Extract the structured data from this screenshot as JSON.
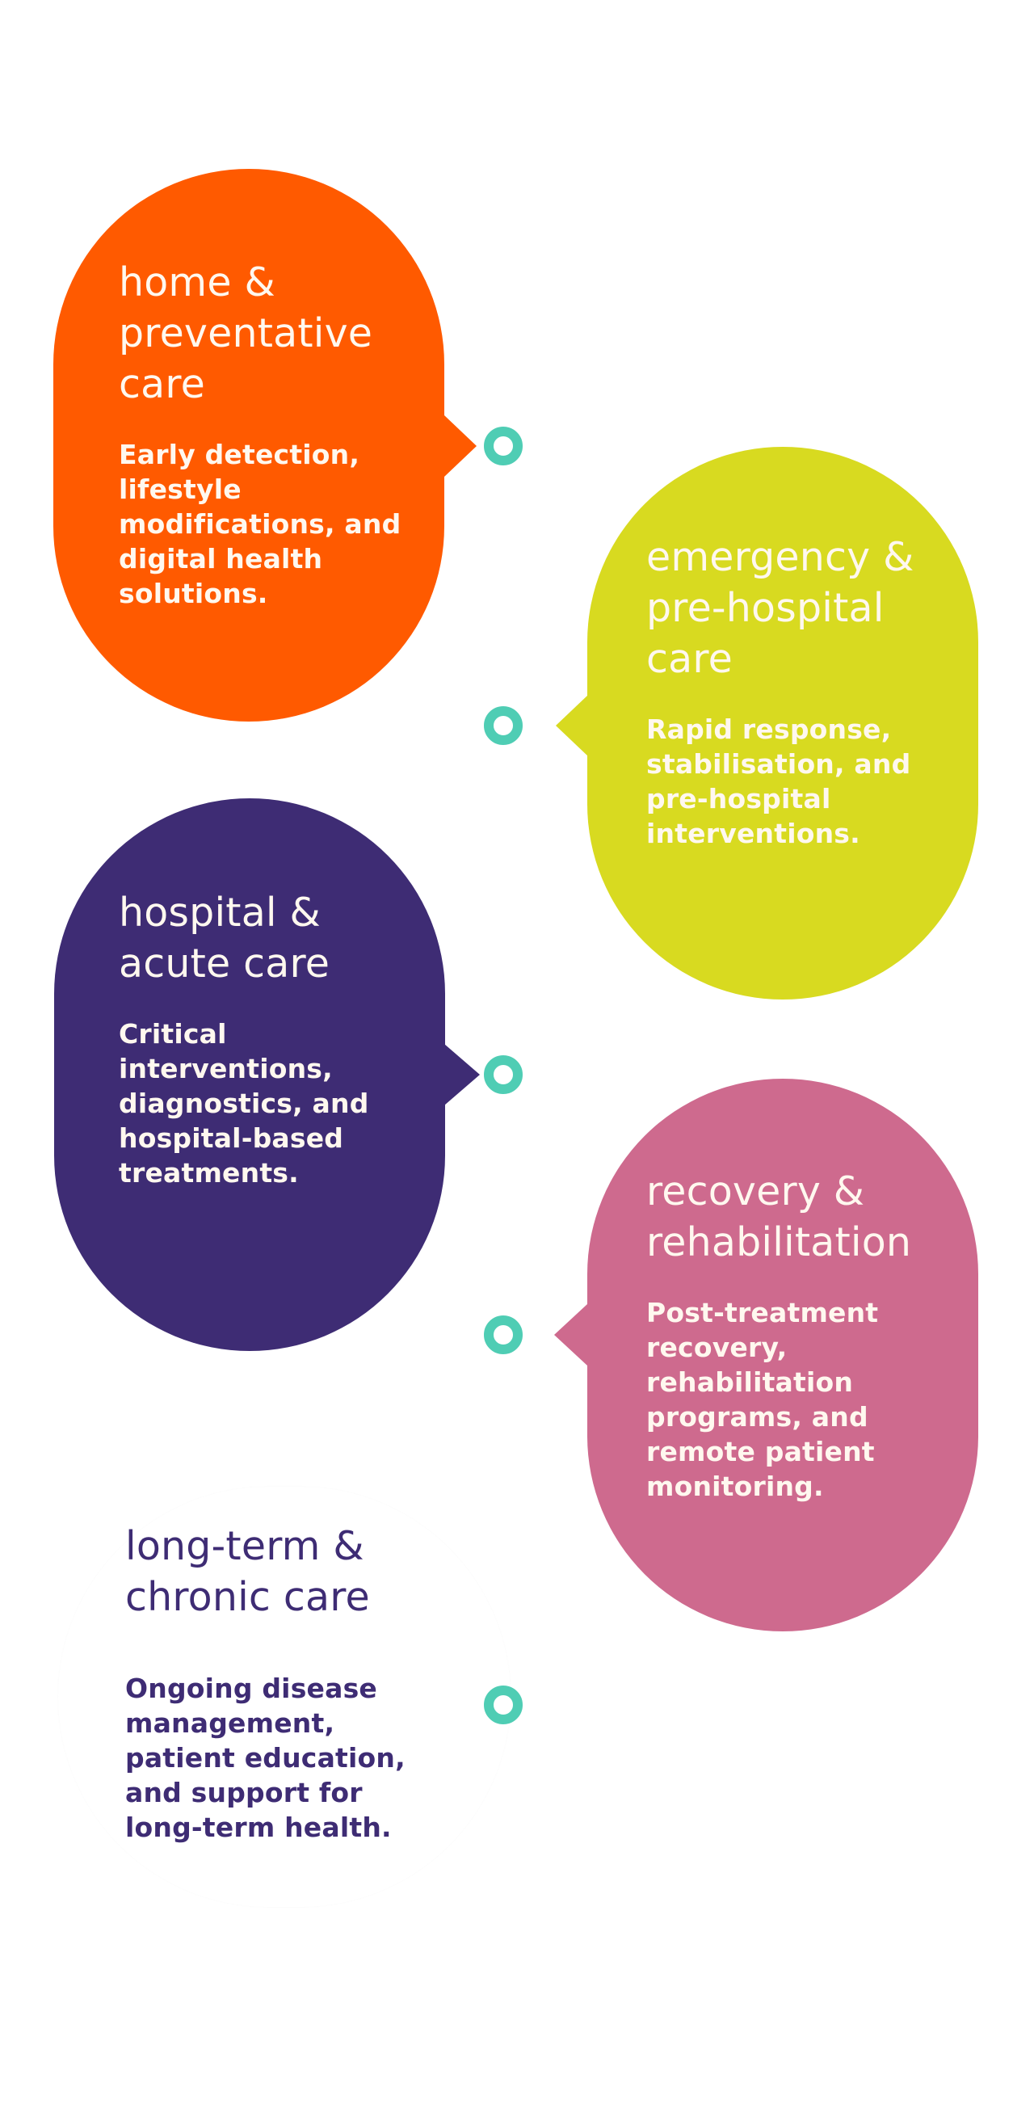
{
  "colors": {
    "ring": "#4fcdb4",
    "home": "#ff5a00",
    "emergency": "#d8da20",
    "hospital": "#3e2c74",
    "recovery": "#ce6a8e",
    "light_text": "#fff8ef",
    "dark_text": "#3e2c74"
  },
  "stages": [
    {
      "title": "home & preventative care",
      "description": "Early detection, lifestyle modifications, and digital health solutions."
    },
    {
      "title": "emergency & pre-hospital care",
      "description": "Rapid response, stabilisation, and pre-hospital interventions."
    },
    {
      "title": "hospital & acute care",
      "description": "Critical interventions, diagnostics, and hospital-based treatments."
    },
    {
      "title": "recovery & rehabilitation",
      "description": "Post-treatment recovery, rehabilitation programs, and remote patient monitoring."
    },
    {
      "title": "long-term & chronic care",
      "description": "Ongoing disease management, patient education, and support for long-term health."
    }
  ]
}
